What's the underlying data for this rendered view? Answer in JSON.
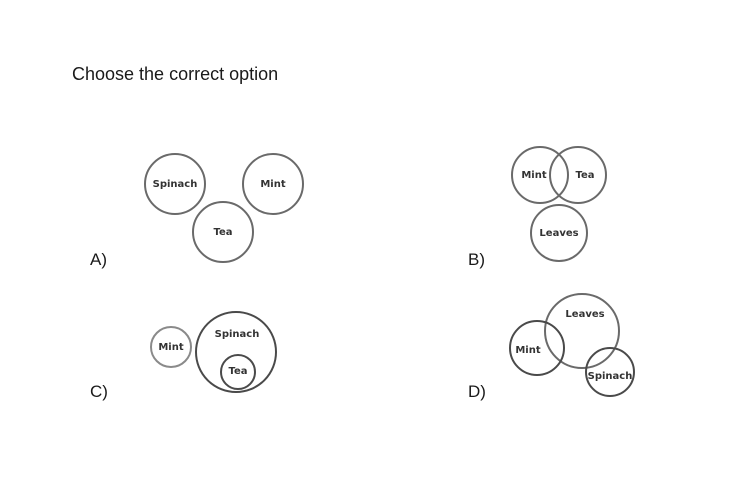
{
  "question": "Choose the correct option",
  "options": [
    {
      "label": "A)",
      "circles": [
        "Spinach",
        "Mint",
        "Tea"
      ]
    },
    {
      "label": "B)",
      "circles": [
        "Mint",
        "Tea",
        "Leaves"
      ]
    },
    {
      "label": "C)",
      "circles": [
        "Mint",
        "Spinach",
        "Tea"
      ]
    },
    {
      "label": "D)",
      "circles": [
        "Leaves",
        "Mint",
        "Spinach"
      ]
    }
  ]
}
